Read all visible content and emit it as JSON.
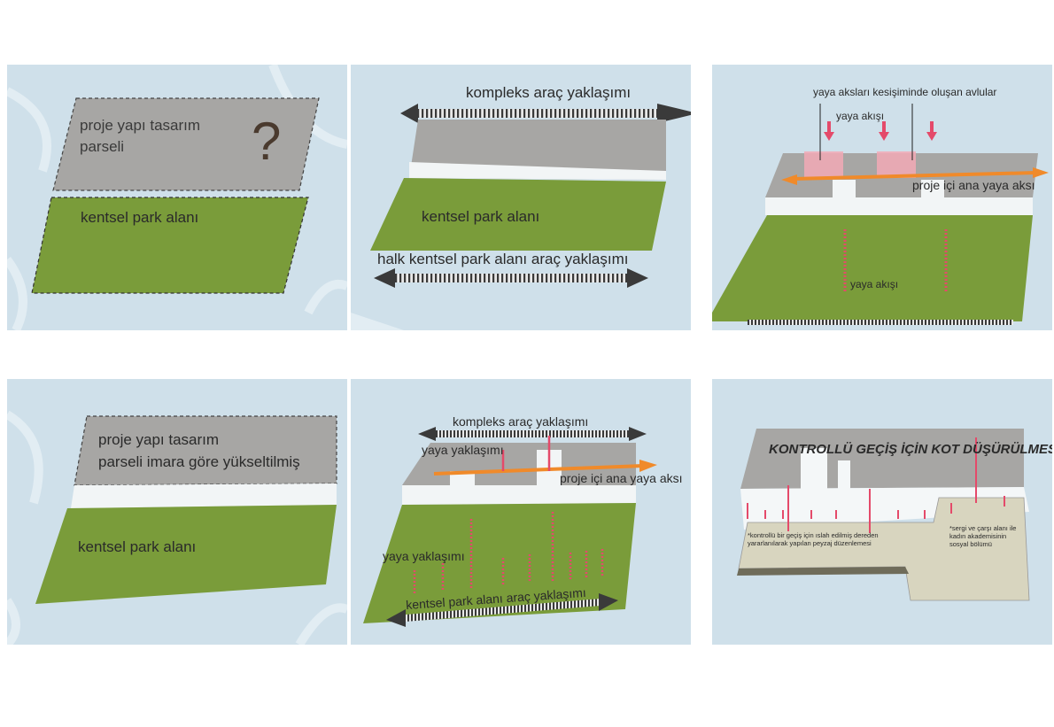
{
  "colors": {
    "background": "#cfe0ea",
    "plot_gray": "#a7a6a4",
    "park_green": "#7a9c3a",
    "building_white": "#f4f7f8",
    "terrace_beige": "#d8d5bf",
    "arrow_dark": "#3a3a3a",
    "pedestrian_pink": "#e44a6a",
    "axis_orange": "#f08a2a"
  },
  "panels": [
    {
      "plot_label": "proje yapı tasarım parseli",
      "question_mark": "?",
      "park_label": "kentsel park alanı"
    },
    {
      "top_arrow_label": "kompleks araç yaklaşımı",
      "park_label": "kentsel park alanı",
      "bottom_arrow_label": "halk kentsel park alanı araç yaklaşımı"
    },
    {
      "courtyard_label": "yaya aksları kesişiminde oluşan avlular",
      "flow_label_top": "yaya akışı",
      "axis_label": "proje içi ana yaya aksı",
      "flow_label_bottom": "yaya akışı"
    },
    {
      "plot_label_line1": "proje yapı tasarım",
      "plot_label_line2": "parseli imara göre yükseltilmiş",
      "park_label": "kentsel park alanı"
    },
    {
      "top_arrow_label": "kompleks araç yaklaşımı",
      "approach_label_top": "yaya yaklaşımı",
      "axis_label": "proje içi ana yaya aksı",
      "approach_label_park": "yaya yaklaşımı",
      "bottom_arrow_label": "kentsel park alanı araç yaklaşımı"
    },
    {
      "headline": "KONTROLLÜ GEÇİŞ İÇİN KOT DÜŞÜRÜLMESİ",
      "note_left": "*kontrollü bir geçiş için ıslah edilmiş dereden yararlanılarak yapılan peyzaj düzenlemesi",
      "note_right": "*sergi ve çarşı alanı ile kadın akademisinin sosyal bölümü"
    }
  ]
}
